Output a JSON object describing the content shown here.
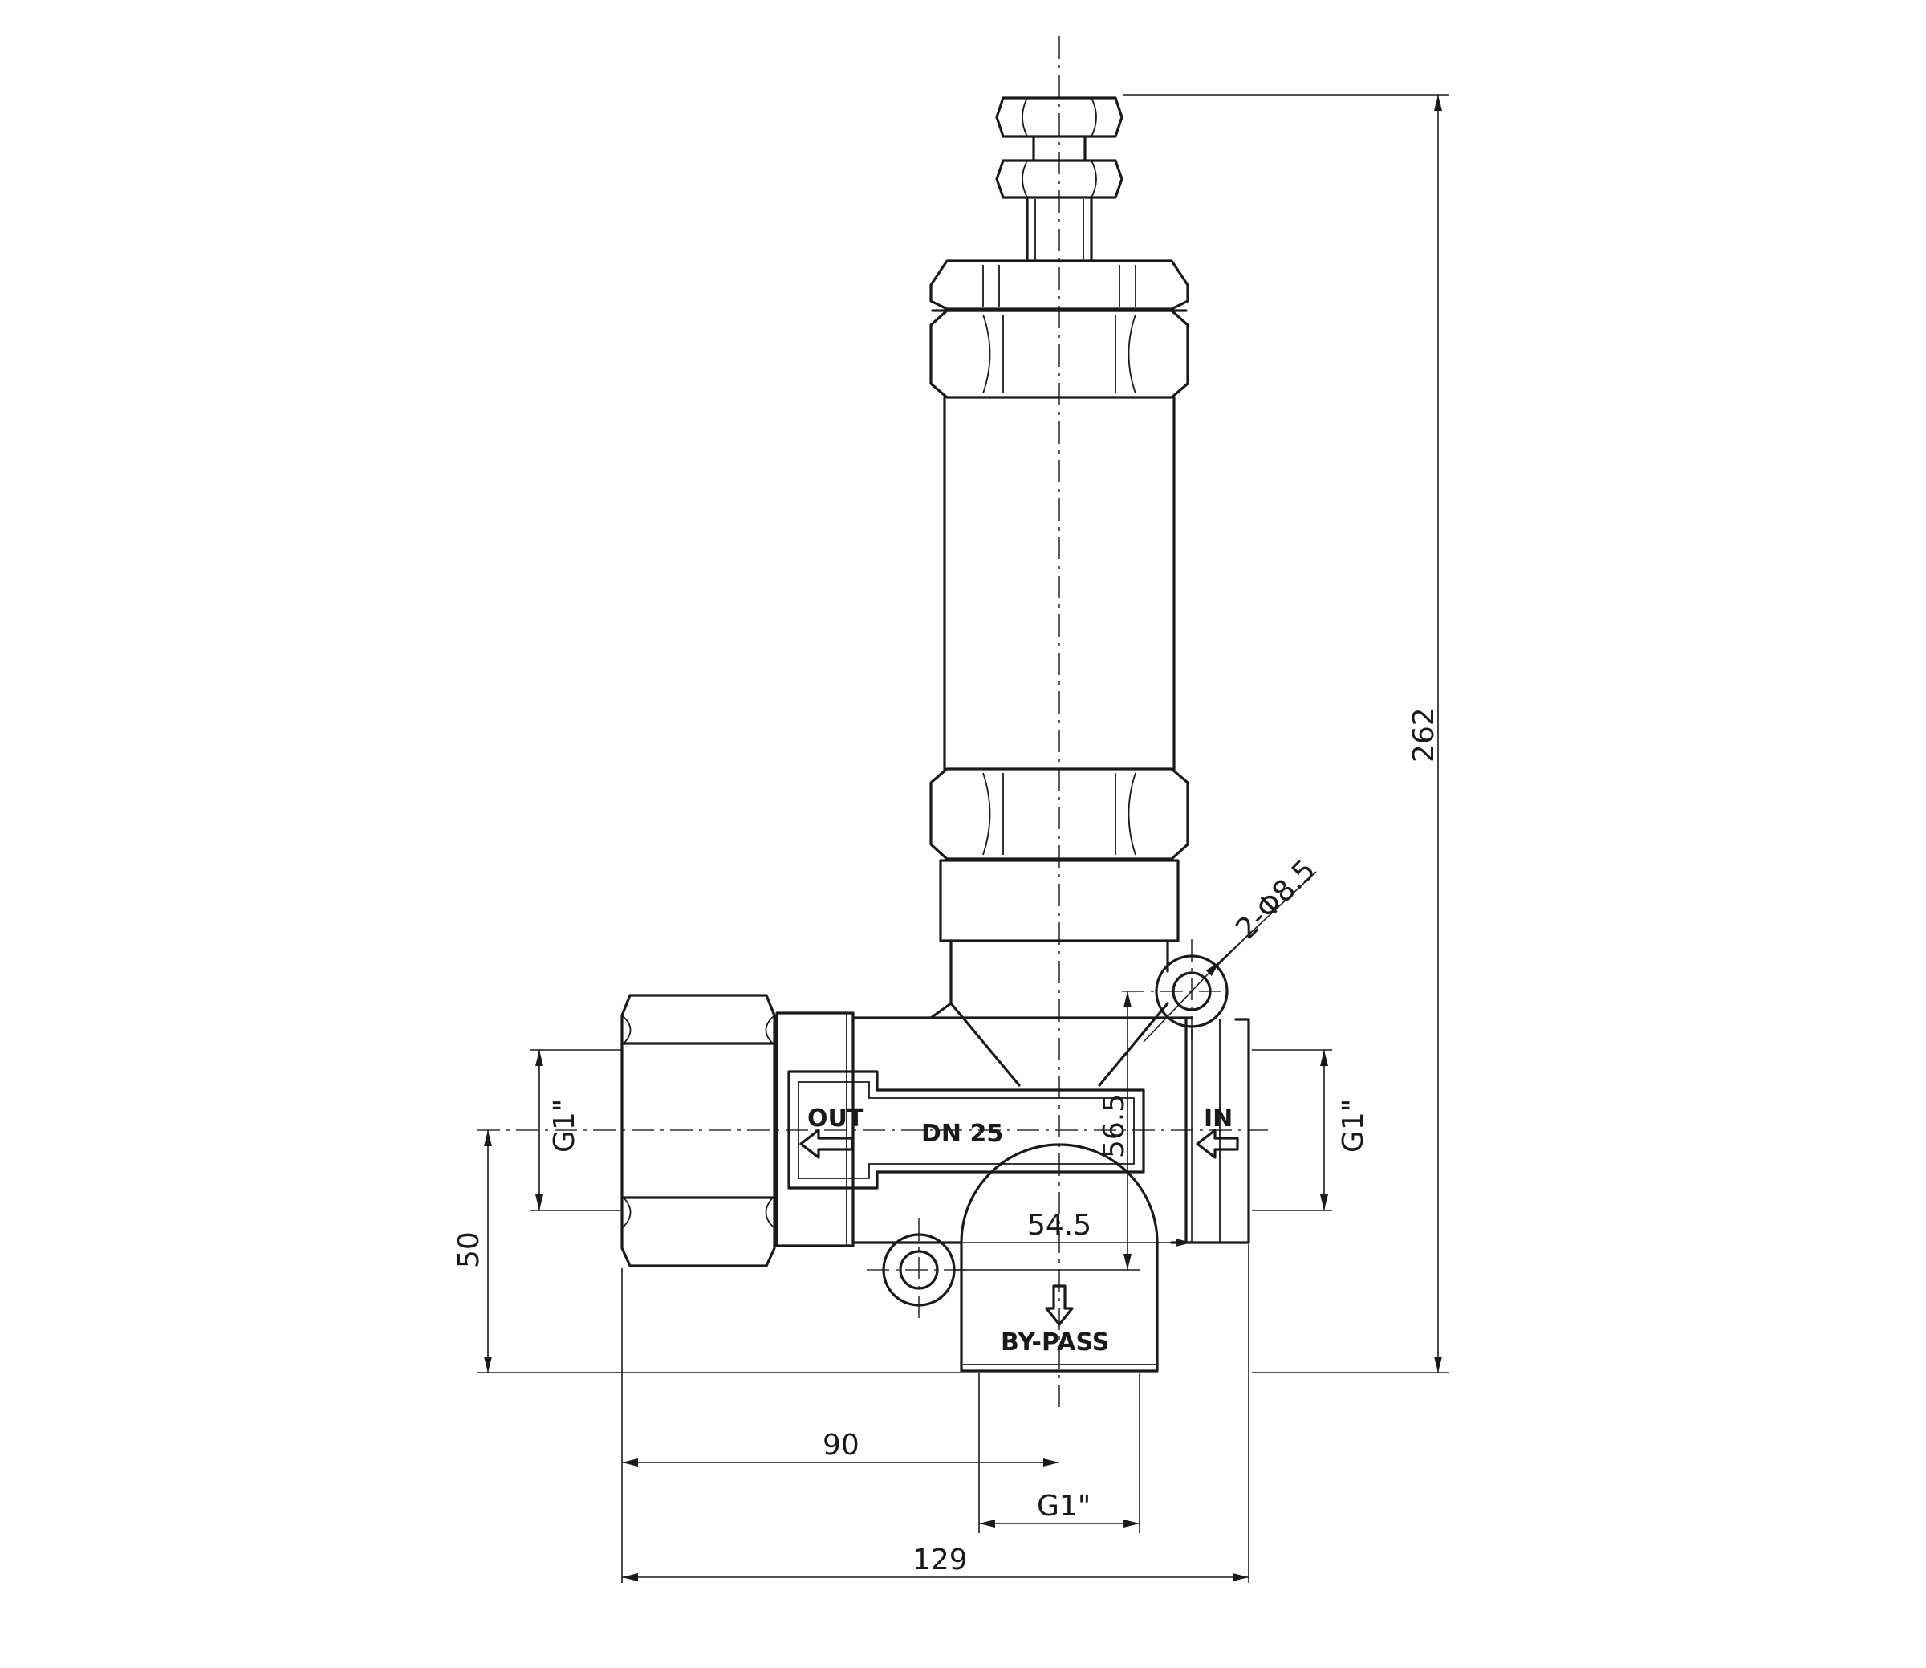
{
  "labels": {
    "out": "OUT",
    "in": "IN",
    "nominal_size": "DN 25",
    "bypass": "BY-PASS"
  },
  "dimensions": {
    "total_height": "262",
    "hole_spec": "2-Φ8.5",
    "hole_spacing": "54.5",
    "hole_offset": "56.5",
    "outlet_thread": "G1\"",
    "inlet_thread": "G1\"",
    "bypass_thread": "G1\"",
    "axis_height": "50",
    "axis_to_outlet": "90",
    "total_width": "129"
  },
  "colors": {
    "line": "#1a1a1a",
    "background": "#ffffff"
  }
}
